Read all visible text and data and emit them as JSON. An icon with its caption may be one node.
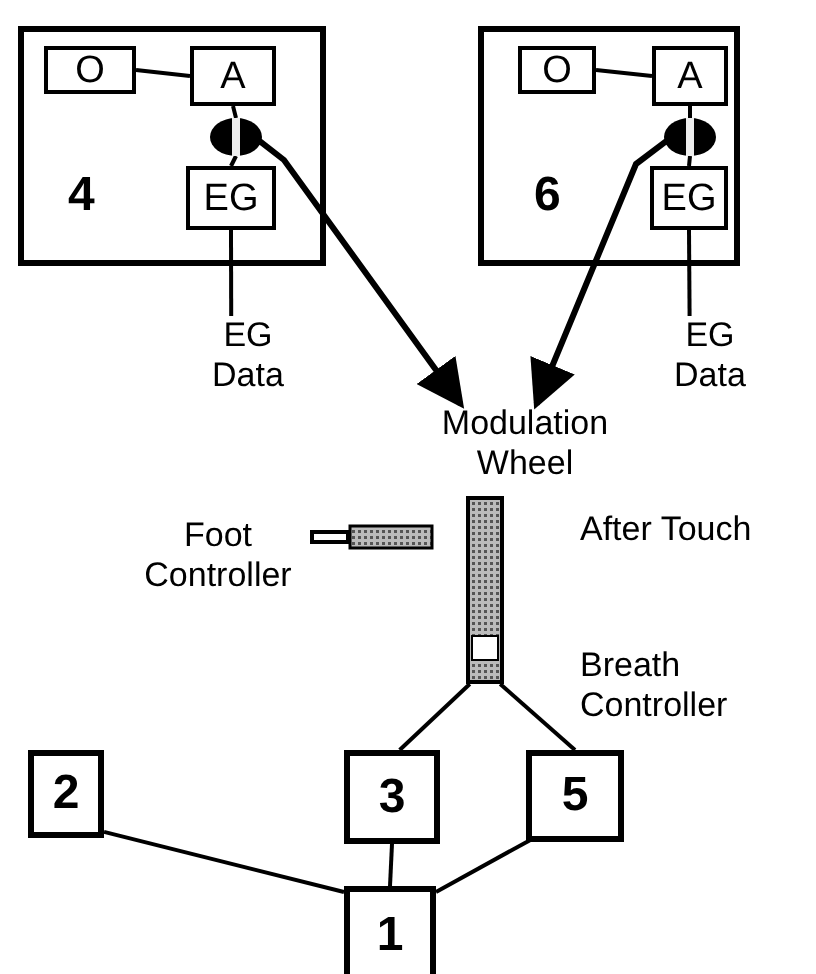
{
  "diagram": {
    "nodes": [
      {
        "text": [
          "4"
        ]
      },
      {
        "text": [
          "O"
        ],
        "in": 0
      },
      {
        "text": [
          "A"
        ],
        "in": 0
      },
      {
        "text": [],
        "shape": "circle",
        "in": 0
      },
      {
        "text": [
          "EG"
        ],
        "in": 0
      },
      {
        "text": [
          "EG Data"
        ]
      },
      {
        "text": [
          "6"
        ]
      },
      {
        "text": [
          "O"
        ],
        "in": 6
      },
      {
        "text": [
          "A"
        ],
        "in": 6
      },
      {
        "text": [],
        "shape": "circle",
        "in": 6
      },
      {
        "text": [
          "EG"
        ],
        "in": 6
      },
      {
        "text": [
          "EG Data"
        ]
      },
      {
        "text": [
          "Modulation Wheel"
        ]
      },
      {
        "text": [],
        "shape": "bar"
      },
      {
        "text": [],
        "shape": "bar",
        "beside": [
          "Foot Controller"
        ]
      },
      {
        "text": [
          "2"
        ]
      },
      {
        "text": [
          "3"
        ]
      },
      {
        "text": [
          "5"
        ]
      },
      {
        "text": [
          "1"
        ]
      }
    ],
    "edges": [
      {
        "from": 1,
        "to": 2,
        "arrow": "none"
      },
      {
        "from": 2,
        "to": 3,
        "arrow": "none"
      },
      {
        "from": 3,
        "to": 4,
        "arrow": "none"
      },
      {
        "from": 4,
        "to": 5,
        "arrow": "none"
      },
      {
        "from": 7,
        "to": 8,
        "arrow": "none"
      },
      {
        "from": 8,
        "to": 9,
        "arrow": "none"
      },
      {
        "from": 9,
        "to": 10,
        "arrow": "none"
      },
      {
        "from": 10,
        "to": 11,
        "arrow": "none"
      },
      {
        "from": 3,
        "to": 12,
        "arrow": "to"
      },
      {
        "from": 9,
        "to": 12,
        "arrow": "to"
      },
      {
        "from": 13,
        "to": 16,
        "arrow": "none"
      },
      {
        "from": 13,
        "to": 17,
        "arrow": "none"
      },
      {
        "from": 15,
        "to": 18,
        "arrow": "none"
      },
      {
        "from": 16,
        "to": 18,
        "arrow": "none"
      },
      {
        "from": 17,
        "to": 18,
        "arrow": "none"
      }
    ],
    "labels": [
      "After Touch",
      "Breath Controller"
    ]
  }
}
